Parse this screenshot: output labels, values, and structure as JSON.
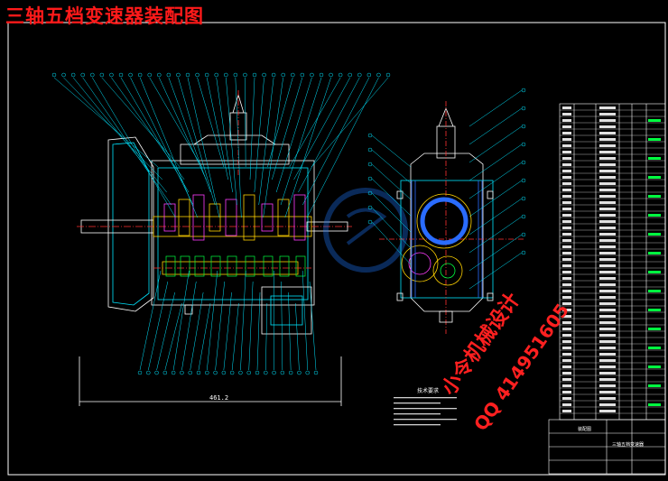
{
  "title": "三轴五档变速器装配图",
  "dimension_label": "461.2",
  "notes_title": "技术要求",
  "watermark": {
    "name": "小令机械设计",
    "qq": "QQ 414951605"
  },
  "colors": {
    "background": "#000000",
    "title": "#ff1a1a",
    "outline": "#ffffff",
    "leaders": "#00e5ff",
    "section": "#00c8ff",
    "hatch": "#2a6cff",
    "parts": "#ff3bff",
    "gears": "#ffd200",
    "green": "#00ff40",
    "centerline": "#ff3030"
  },
  "title_block": {
    "label_a": "装配图",
    "label_b": "三轴五档变速器"
  },
  "balloons_top_count": 36,
  "balloons_bottom_count": 22
}
